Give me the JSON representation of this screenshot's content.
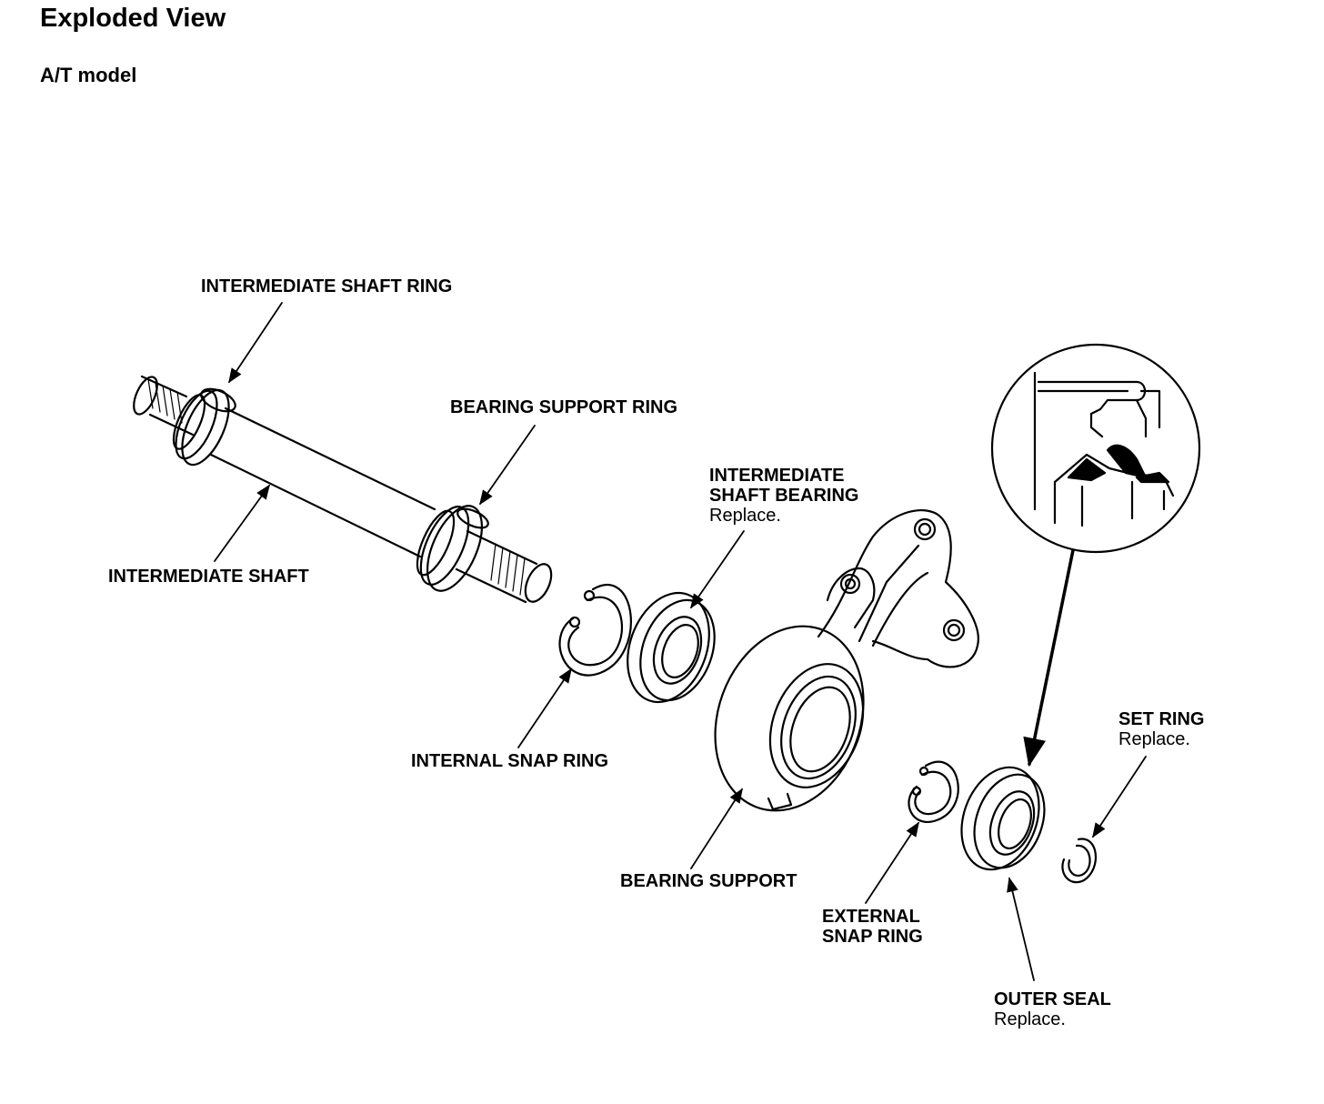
{
  "header": {
    "title": "Exploded View",
    "subtitle": "A/T model"
  },
  "labels": {
    "shaft_ring": "INTERMEDIATE SHAFT RING",
    "bearing_support_ring": "BEARING SUPPORT RING",
    "shaft_bearing_1": "INTERMEDIATE",
    "shaft_bearing_2": "SHAFT BEARING",
    "shaft_bearing_note": "Replace.",
    "intermediate_shaft": "INTERMEDIATE SHAFT",
    "internal_snap_ring": "INTERNAL SNAP RING",
    "bearing_support": "BEARING SUPPORT",
    "external_snap_ring_1": "EXTERNAL",
    "external_snap_ring_2": "SNAP RING",
    "set_ring": "SET RING",
    "set_ring_note": "Replace.",
    "outer_seal": "OUTER SEAL",
    "outer_seal_note": "Replace."
  }
}
